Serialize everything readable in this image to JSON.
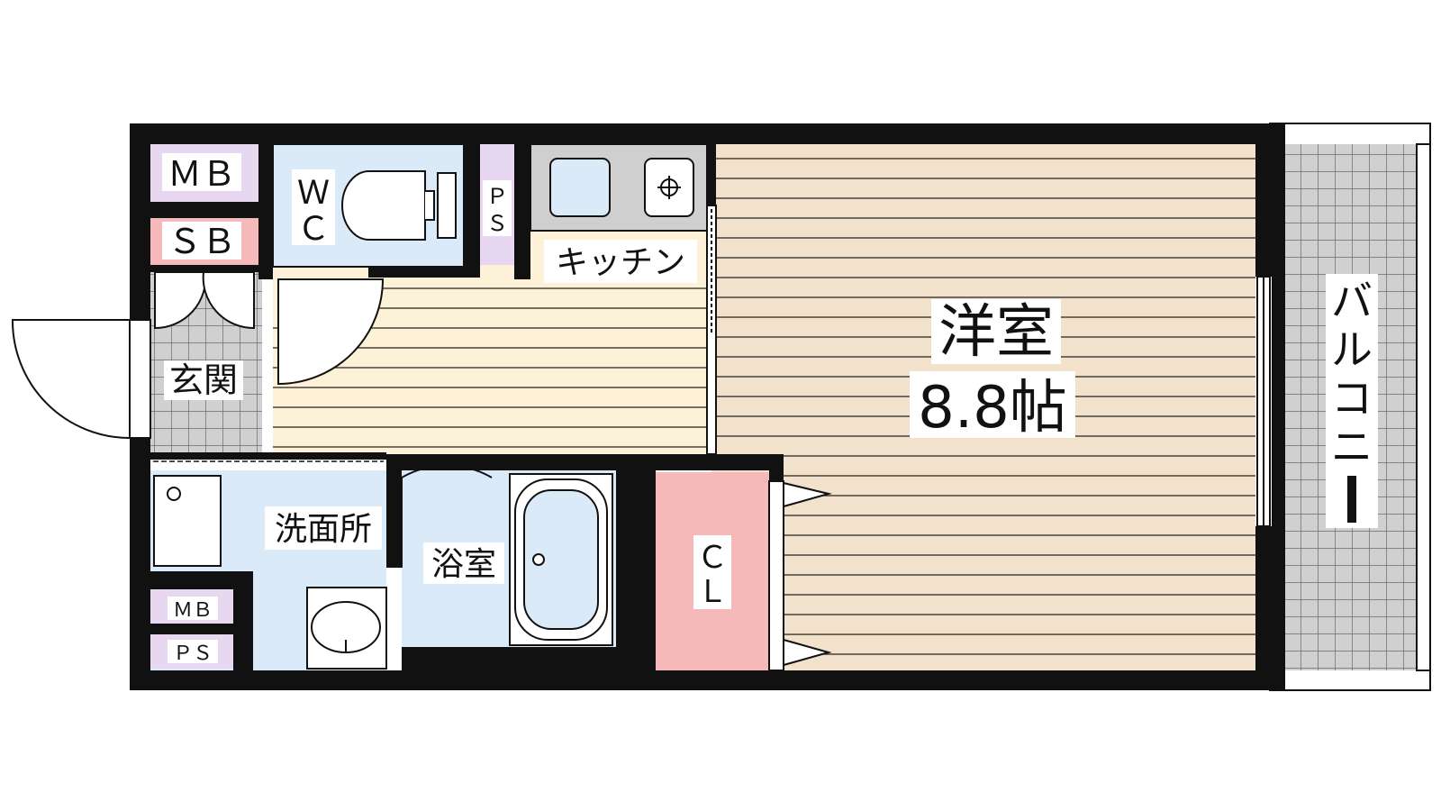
{
  "labels": {
    "mb_top": "ＭＢ",
    "sb": "ＳＢ",
    "wc_1": "Ｗ",
    "wc_2": "Ｃ",
    "ps_top_1": "Ｐ",
    "ps_top_2": "Ｓ",
    "kitchen": "キッチン",
    "entrance": "玄関",
    "western_room": "洋室",
    "room_size": "8.8帖",
    "balcony_1": "バ",
    "balcony_2": "ル",
    "balcony_3": "コ",
    "balcony_4": "ニ",
    "balcony_5": "ー",
    "washroom": "洗面所",
    "bathroom": "浴室",
    "closet_1": "Ｃ",
    "closet_2": "Ｌ",
    "mb_bottom": "ＭＢ",
    "ps_bottom": "ＰＳ"
  },
  "colors": {
    "wall": "#111111",
    "western_floor": "#f3e2cb",
    "kitchen_floor": "#fdf2d7",
    "tile": "#d0d0d0",
    "wet_area": "#dbeaf9",
    "storage_pink": "#f6b9b9",
    "storage_lavender": "#e8d7f0",
    "fixture_gray": "#cfcfcf"
  }
}
